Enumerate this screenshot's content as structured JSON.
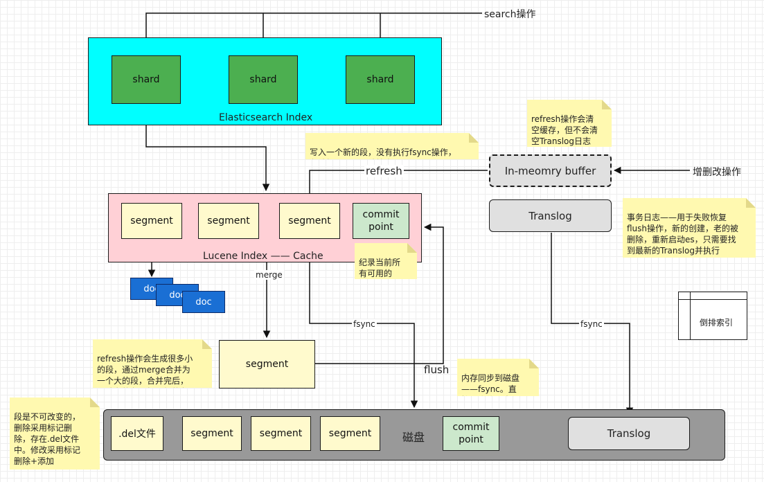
{
  "labels": {
    "search_op": "search操作",
    "es_index": "Elasticsearch Index",
    "lucene_index": "Lucene Index —— Cache",
    "refresh": "refresh",
    "merge": "merge",
    "fsync_left": "fsync",
    "fsync_right": "fsync",
    "flush": "flush",
    "crud_op": "增删改操作",
    "disk": "磁盘"
  },
  "shards": [
    "shard",
    "shard",
    "shard"
  ],
  "lucene_segments": [
    "segment",
    "segment",
    "segment"
  ],
  "commit_point": "commit\npoint",
  "docs": [
    "doc",
    "doc",
    "doc"
  ],
  "buffer": "In-meomry buffer",
  "translog": "Translog",
  "merged_segment": "segment",
  "disk_items": {
    "del_file": ".del文件",
    "segments": [
      "segment",
      "segment",
      "segment"
    ],
    "commit_point": "commit\npoint",
    "translog": "Translog"
  },
  "legend": "倒排索引",
  "notes": {
    "refresh_new_segment": "写入一个新的段，没有执行fsync操作，\n段被打开，可以被搜索",
    "refresh_clear": "refresh操作会清\n空缓存，但不会清\n空Translog日志",
    "translog_desc": "事务日志——用于失败恢复\nflush操作，新的创建，老的被\n删除，重新启动es，只需要找\n到最新的Translog并执行",
    "commit_desc": "纪录当前所\n有可用的\nsegment",
    "merge_desc": "refresh操作会生成很多小\n的段，通过merge合并为\n一个大的段，合并完后，\n删除老的段，打开新的段",
    "fsync_desc": "内存同步到磁盘\n——fsync。直\n接同步代价大。",
    "immutable_desc": "段是不可改变的，\n删除采用标记删\n除，存在.del文件\n中。修改采用标记\n删除+添加"
  }
}
